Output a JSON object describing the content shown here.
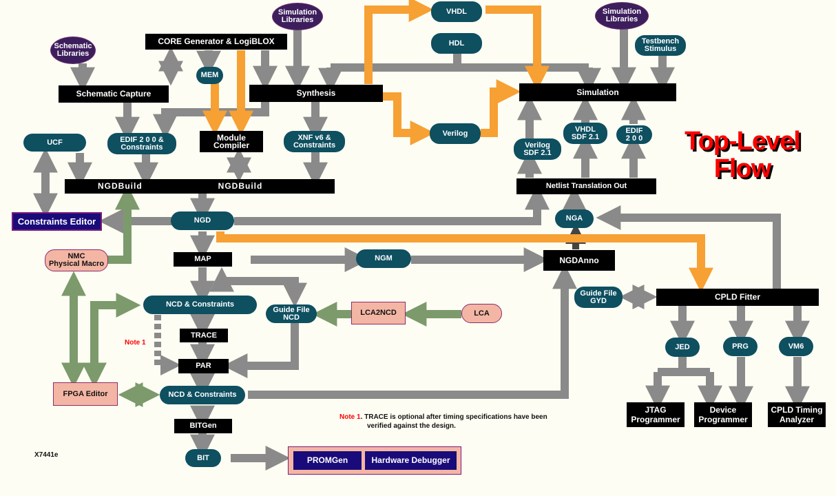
{
  "title": {
    "line1": "Top-Level",
    "line2": "Flow"
  },
  "figure_id": "X7441e",
  "colors": {
    "background": "#fdfdf3",
    "arrow_gray": "#8a8a8a",
    "arrow_orange": "#f7a033",
    "arrow_green": "#7c9a6c",
    "teal": "#0e4f60",
    "black": "#000000",
    "purple": "#3d1e5c",
    "navy": "#1a0b7a",
    "salmon": "#f4b6a4",
    "title_red": "#ff0000"
  },
  "nodes": {
    "schematic_libraries": "Schematic\nLibraries",
    "core_generator": "CORE Generator & LogiBLOX",
    "sim_libraries_left": "Simulation\nLibraries",
    "vhdl": "VHDL",
    "hdl": "HDL",
    "sim_libraries_right": "Simulation\nLibraries",
    "testbench": "Testbench\nStimulus",
    "mem": "MEM",
    "schematic_capture": "Schematic Capture",
    "synthesis": "Synthesis",
    "simulation": "Simulation",
    "ucf": "UCF",
    "edif_constraints": "EDIF 2 0 0 &\nConstraints",
    "module_compiler": "Module\nCompiler",
    "xnf_constraints": "XNF v6 &\nConstraints",
    "verilog": "Verilog",
    "verilog_sdf": "Verilog\nSDF 2.1",
    "vhdl_sdf": "VHDL\nSDF 2.1",
    "edif_200": "EDIF\n2 0 0",
    "ngdbuild_1": "NGDBuild",
    "ngdbuild_2": "NGDBuild",
    "netlist_translation": "Netlist Translation Out",
    "constraints_editor": "Constraints Editor",
    "ngd": "NGD",
    "nga": "NGA",
    "nmc": "NMC\nPhysical Macro",
    "map": "MAP",
    "ngm": "NGM",
    "ngdanno": "NGDAnno",
    "ncd_constraints_1": "NCD & Constraints",
    "guide_ncd": "Guide File\nNCD",
    "lca2ncd": "LCA2NCD",
    "lca": "LCA",
    "guide_gyd": "Guide File\nGYD",
    "cpld_fitter": "CPLD Fitter",
    "trace": "TRACE",
    "par": "PAR",
    "jed": "JED",
    "prg": "PRG",
    "vm6": "VM6",
    "fpga_editor": "FPGA Editor",
    "ncd_constraints_2": "NCD & Constraints",
    "bitgen": "BITGen",
    "bit": "BIT",
    "promgen": "PROMGen",
    "hardware_debugger": "Hardware Debugger",
    "jtag_programmer": "JTAG\nProgrammer",
    "device_programmer": "Device\nProgrammer",
    "cpld_timing": "CPLD Timing\nAnalyzer"
  },
  "note": {
    "marker": "Note 1",
    "label_prefix": "Note 1",
    "text_line1": ". TRACE is optional after timing specifications have been",
    "text_line2": "verified against the design."
  }
}
